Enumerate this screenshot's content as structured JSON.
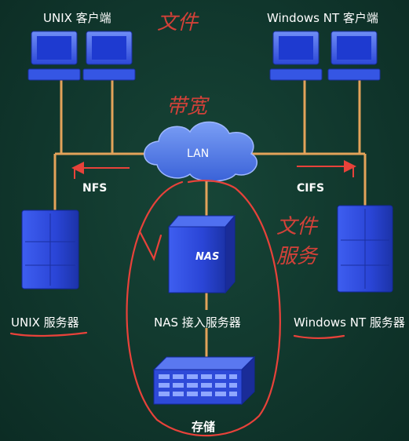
{
  "clients": {
    "unix_label": "UNIX 客户端",
    "windows_label": "Windows  NT 客户端"
  },
  "network": {
    "lan_label": "LAN",
    "nfs_label": "NFS",
    "cifs_label": "CIFS"
  },
  "servers": {
    "unix_label": "UNIX 服务器",
    "nas_label": "NAS 接入服务器",
    "nas_device_text": "NAS",
    "windows_label": "Windows  NT 服务器"
  },
  "storage": {
    "label": "存储"
  },
  "annotations": {
    "top": "文件",
    "bandwidth": "带宽",
    "file_service": "文件服务"
  },
  "colors": {
    "link": "#e3a35a",
    "device": "#2f4fe0",
    "annotation": "#e8423a",
    "cloud": "#4a78e6"
  }
}
